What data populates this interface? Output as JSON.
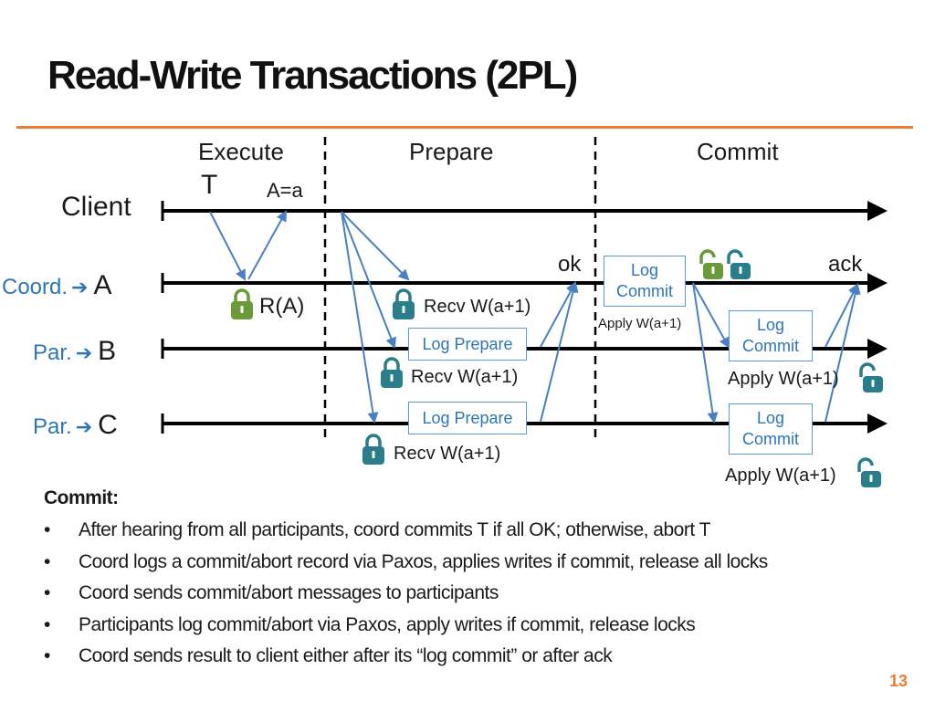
{
  "title": "Read-Write Transactions (2PL)",
  "phases": [
    "Execute",
    "Prepare",
    "Commit"
  ],
  "nodes": {
    "client": "Client",
    "coord_role": "Coord.",
    "a": "A",
    "par_role": "Par.",
    "b": "B",
    "c": "C",
    "arrow_glyph": "➔"
  },
  "labels": {
    "t": "T",
    "a_eq_a": "A=a",
    "r_a": "R(A)",
    "recv_a": "Recv W(a+1)",
    "recv_b": "Recv W(a+1)",
    "recv_c": "Recv W(a+1)",
    "ok": "ok",
    "ack": "ack",
    "apply_a": "Apply W(a+1)",
    "apply_b": "Apply W(a+1)",
    "apply_c": "Apply W(a+1)"
  },
  "boxes": {
    "log_commit_a": [
      "Log",
      "Commit"
    ],
    "log_prepare_b": "Log Prepare",
    "log_prepare_c": "Log Prepare",
    "log_commit_b": [
      "Log",
      "Commit"
    ],
    "log_commit_c": [
      "Log",
      "Commit"
    ]
  },
  "locks": [
    {
      "name": "lock-icon-read-a",
      "state": "locked",
      "color": "#6a9a3a"
    },
    {
      "name": "lock-icon-write-a",
      "state": "locked",
      "color": "#2a7e8a"
    },
    {
      "name": "lock-icon-write-b",
      "state": "locked",
      "color": "#2a7e8a"
    },
    {
      "name": "lock-icon-write-c",
      "state": "locked",
      "color": "#2a7e8a"
    },
    {
      "name": "unlock-icon-read-a",
      "state": "unlocked",
      "color": "#6a9a3a"
    },
    {
      "name": "unlock-icon-write-a",
      "state": "unlocked",
      "color": "#2a7e8a"
    },
    {
      "name": "unlock-icon-b",
      "state": "unlocked",
      "color": "#2a7e8a"
    },
    {
      "name": "unlock-icon-c",
      "state": "unlocked",
      "color": "#2a7e8a"
    }
  ],
  "commit_section": {
    "heading": "Commit:",
    "bullets": [
      "After hearing from all participants, coord commits T if all OK; otherwise, abort T",
      "Coord logs a commit/abort record via Paxos, applies writes if commit, release all locks",
      "Coord sends commit/abort messages to participants",
      "Participants log commit/abort via Paxos, apply writes if commit, release locks",
      "Coord sends result to client either after its “log commit” or after ack"
    ]
  },
  "page_number": "13",
  "colors": {
    "accent": "#ed7d31",
    "role_blue": "#2e75b6",
    "arrow_blue": "#4a7fc1",
    "box_border": "#5b9bd5",
    "lock_green": "#6a9a3a",
    "lock_teal": "#2a7e8a"
  }
}
